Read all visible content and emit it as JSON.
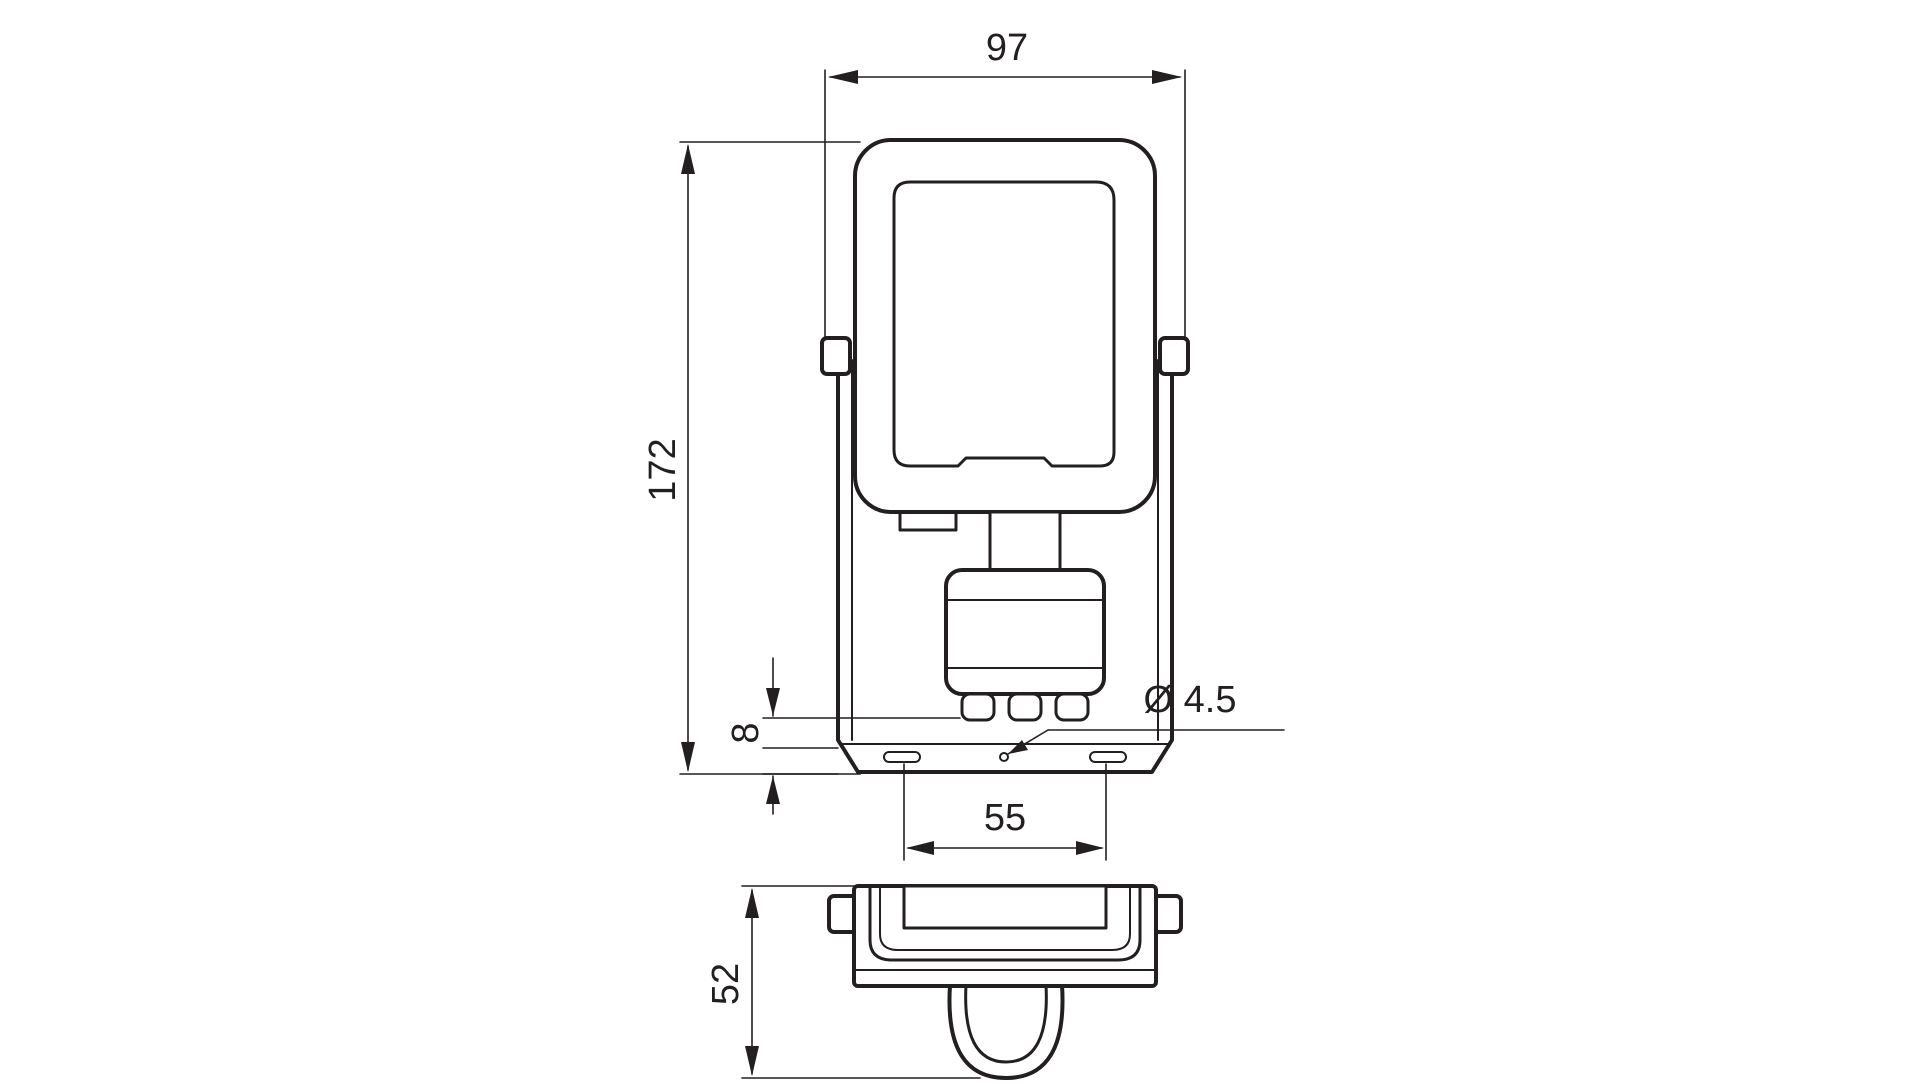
{
  "dimensions": {
    "width": "97",
    "height": "172",
    "bracket_offset": "8",
    "hole_diameter": "Ø 4.5",
    "hole_spacing": "55",
    "depth": "52"
  }
}
